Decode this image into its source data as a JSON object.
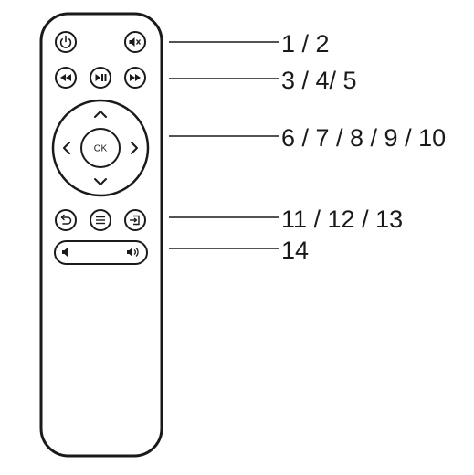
{
  "remote": {
    "buttons": {
      "power": {
        "icon": "power-icon"
      },
      "mute": {
        "icon": "mute-icon"
      },
      "rewind": {
        "icon": "rewind-icon"
      },
      "play_pause": {
        "icon": "play-pause-icon"
      },
      "fast_forward": {
        "icon": "fast-forward-icon"
      },
      "up": {
        "icon": "chevron-up-icon"
      },
      "left": {
        "icon": "chevron-left-icon"
      },
      "ok": {
        "label": "OK"
      },
      "right": {
        "icon": "chevron-right-icon"
      },
      "down": {
        "icon": "chevron-down-icon"
      },
      "back": {
        "icon": "back-icon"
      },
      "menu": {
        "icon": "menu-icon"
      },
      "input": {
        "icon": "input-source-icon"
      },
      "volume_down": {
        "icon": "volume-down-icon"
      },
      "volume_up": {
        "icon": "volume-up-icon"
      }
    }
  },
  "callouts": [
    {
      "label": "1 / 2"
    },
    {
      "label": "3 / 4/ 5"
    },
    {
      "label": "6 / 7 / 8 / 9 / 10"
    },
    {
      "label": "11 / 12 / 13"
    },
    {
      "label": "14"
    }
  ]
}
